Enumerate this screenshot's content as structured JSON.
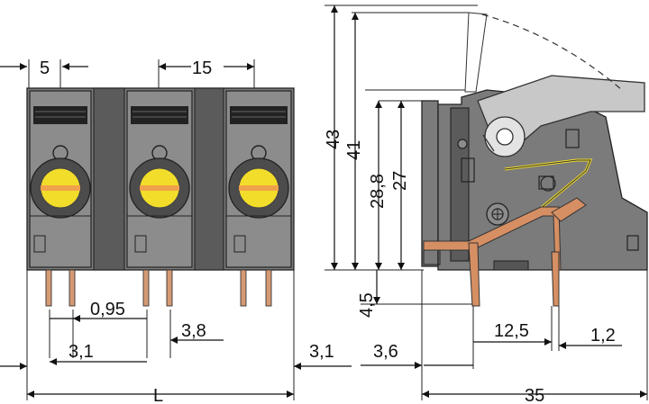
{
  "dimensions": {
    "pitch_small": "5",
    "pitch": "15",
    "pin_width": "0,95",
    "offset_left": "3,1",
    "offset_right": "3,1",
    "pin_gap": "3,8",
    "length": "L",
    "height_total": "43",
    "height_body": "41",
    "height_mid": "28,8",
    "height_side": "27",
    "pin_length": "4,5",
    "side_offset": "3,6",
    "side_pin_spacing": "12,5",
    "side_pin_width": "1,2",
    "depth": "35"
  },
  "colors": {
    "housing": "#7b7b7b",
    "housing_dark": "#5b5b5b",
    "actuator": "#f2dd2a",
    "actuator_inner": "#f0a14b",
    "pins": "#d59a74",
    "lever": "#c8c8c8"
  }
}
